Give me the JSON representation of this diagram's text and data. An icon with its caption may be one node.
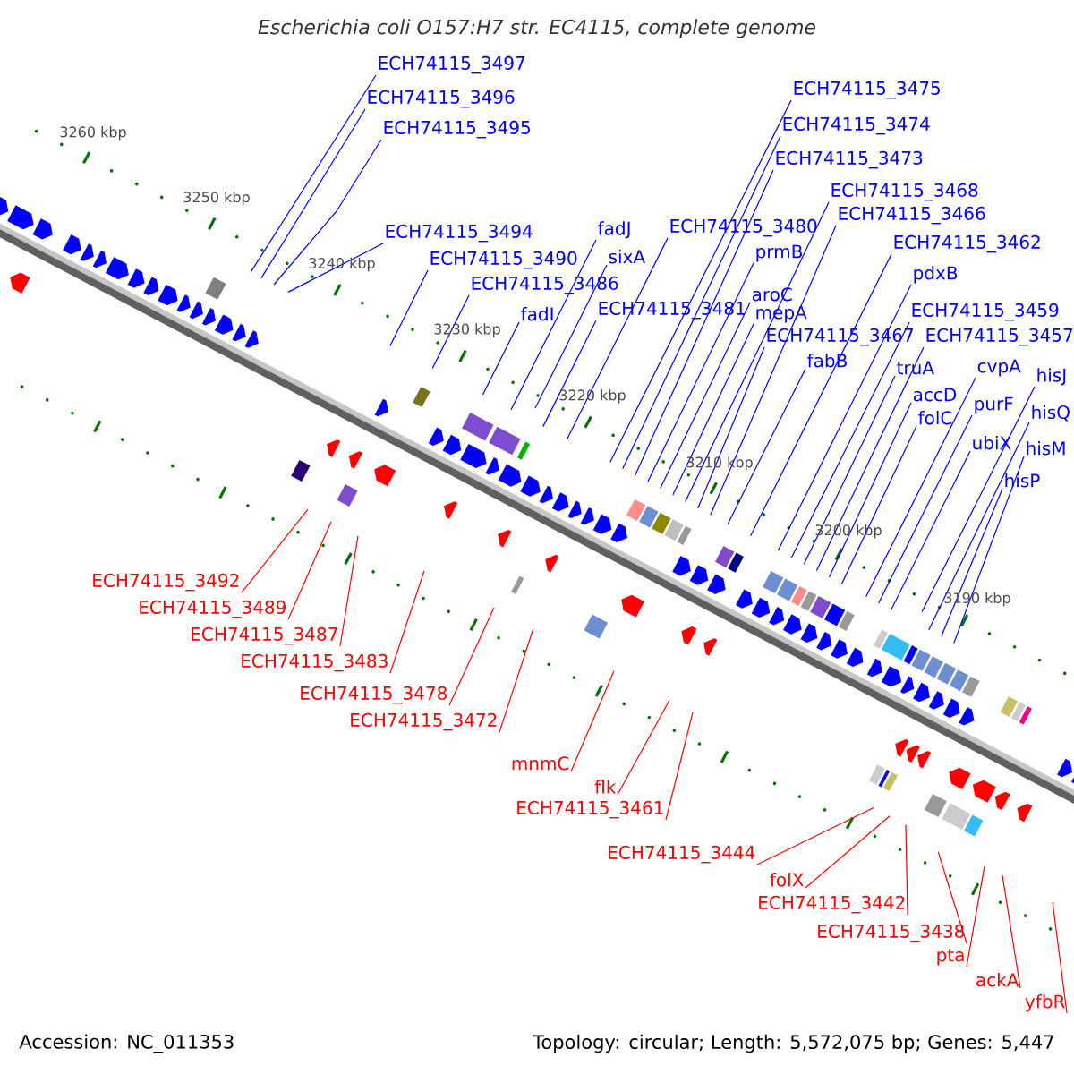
{
  "diagram": {
    "title": "Escherichia coli O157:H7 str. EC4115, complete genome",
    "nodes": [
      {
        "text": [
          "ECH74115_3497"
        ]
      },
      {
        "text": [
          "ECH74115_3496"
        ]
      },
      {
        "text": [
          "ECH74115_3495"
        ]
      },
      {
        "text": [
          "ECH74115_3494"
        ]
      },
      {
        "text": [
          "ECH74115_3490"
        ]
      },
      {
        "text": [
          "ECH74115_3486"
        ]
      },
      {
        "text": [
          "fadI"
        ]
      },
      {
        "text": [
          "fadJ"
        ]
      },
      {
        "text": [
          "sixA"
        ]
      },
      {
        "text": [
          "ECH74115_3481"
        ]
      },
      {
        "text": [
          "ECH74115_3480"
        ]
      },
      {
        "text": [
          "ECH74115_3475"
        ]
      },
      {
        "text": [
          "ECH74115_3474"
        ]
      },
      {
        "text": [
          "ECH74115_3473"
        ]
      },
      {
        "text": [
          "prmB"
        ]
      },
      {
        "text": [
          "aroC"
        ]
      },
      {
        "text": [
          "ECH74115_3468"
        ]
      },
      {
        "text": [
          "ECH74115_3466"
        ]
      },
      {
        "text": [
          "mepA"
        ]
      },
      {
        "text": [
          "ECH74115_3462"
        ]
      },
      {
        "text": [
          "pdxB"
        ]
      },
      {
        "text": [
          "ECH74115_3467"
        ]
      },
      {
        "text": [
          "fabB"
        ]
      },
      {
        "text": [
          "ECH74115_3459"
        ]
      },
      {
        "text": [
          "ECH74115_3457"
        ]
      },
      {
        "text": [
          "truA"
        ]
      },
      {
        "text": [
          "accD"
        ]
      },
      {
        "text": [
          "folC"
        ]
      },
      {
        "text": [
          "cvpA"
        ]
      },
      {
        "text": [
          "purF"
        ]
      },
      {
        "text": [
          "ubiX"
        ]
      },
      {
        "text": [
          "hisJ"
        ]
      },
      {
        "text": [
          "hisQ"
        ]
      },
      {
        "text": [
          "hisM"
        ]
      },
      {
        "text": [
          "hisP"
        ]
      },
      {
        "text": [
          "ECH74115_3492"
        ]
      },
      {
        "text": [
          "ECH74115_3489"
        ]
      },
      {
        "text": [
          "ECH74115_3487"
        ]
      },
      {
        "text": [
          "ECH74115_3483"
        ]
      },
      {
        "text": [
          "ECH74115_3478"
        ]
      },
      {
        "text": [
          "ECH74115_3472"
        ]
      },
      {
        "text": [
          "mnmC"
        ]
      },
      {
        "text": [
          "flk"
        ]
      },
      {
        "text": [
          "ECH74115_3461"
        ]
      },
      {
        "text": [
          "ECH74115_3444"
        ]
      },
      {
        "text": [
          "folX"
        ]
      },
      {
        "text": [
          "ECH74115_3442"
        ]
      },
      {
        "text": [
          "ECH74115_3438"
        ]
      },
      {
        "text": [
          "pta"
        ]
      },
      {
        "text": [
          "ackA"
        ]
      },
      {
        "text": [
          "yfbR"
        ]
      }
    ],
    "edges": [
      {
        "from": 0,
        "to": null,
        "arrow": "none"
      },
      {
        "from": 1,
        "to": null,
        "arrow": "none"
      },
      {
        "from": 2,
        "to": null,
        "arrow": "none"
      },
      {
        "from": 3,
        "to": null,
        "arrow": "none"
      },
      {
        "from": 4,
        "to": null,
        "arrow": "none"
      },
      {
        "from": 5,
        "to": null,
        "arrow": "none"
      },
      {
        "from": 6,
        "to": null,
        "arrow": "none"
      },
      {
        "from": 7,
        "to": null,
        "arrow": "none"
      },
      {
        "from": 8,
        "to": null,
        "arrow": "none"
      },
      {
        "from": 9,
        "to": null,
        "arrow": "none"
      },
      {
        "from": 10,
        "to": null,
        "arrow": "none"
      },
      {
        "from": 11,
        "to": null,
        "arrow": "none"
      },
      {
        "from": 12,
        "to": null,
        "arrow": "none"
      },
      {
        "from": 13,
        "to": null,
        "arrow": "none"
      },
      {
        "from": 14,
        "to": null,
        "arrow": "none"
      },
      {
        "from": 15,
        "to": null,
        "arrow": "none"
      },
      {
        "from": 16,
        "to": null,
        "arrow": "none"
      },
      {
        "from": 17,
        "to": null,
        "arrow": "none"
      },
      {
        "from": 18,
        "to": null,
        "arrow": "none"
      },
      {
        "from": 19,
        "to": null,
        "arrow": "none"
      },
      {
        "from": 20,
        "to": null,
        "arrow": "none"
      },
      {
        "from": 21,
        "to": null,
        "arrow": "none"
      },
      {
        "from": 22,
        "to": null,
        "arrow": "none"
      },
      {
        "from": 23,
        "to": null,
        "arrow": "none"
      },
      {
        "from": 24,
        "to": null,
        "arrow": "none"
      },
      {
        "from": 25,
        "to": null,
        "arrow": "none"
      },
      {
        "from": 26,
        "to": null,
        "arrow": "none"
      },
      {
        "from": 27,
        "to": null,
        "arrow": "none"
      },
      {
        "from": 28,
        "to": null,
        "arrow": "none"
      },
      {
        "from": 29,
        "to": null,
        "arrow": "none"
      },
      {
        "from": 30,
        "to": null,
        "arrow": "none"
      },
      {
        "from": 31,
        "to": null,
        "arrow": "none"
      },
      {
        "from": 32,
        "to": null,
        "arrow": "none"
      },
      {
        "from": 33,
        "to": null,
        "arrow": "none"
      },
      {
        "from": 34,
        "to": null,
        "arrow": "none"
      },
      {
        "from": 35,
        "to": null,
        "arrow": "none",
        "color": "#ff0000"
      },
      {
        "from": 36,
        "to": null,
        "arrow": "none",
        "color": "#ff0000"
      },
      {
        "from": 37,
        "to": null,
        "arrow": "none",
        "color": "#ff0000"
      },
      {
        "from": 38,
        "to": null,
        "arrow": "none",
        "color": "#ff0000"
      },
      {
        "from": 39,
        "to": null,
        "arrow": "none",
        "color": "#ff0000"
      },
      {
        "from": 40,
        "to": null,
        "arrow": "none",
        "color": "#ff0000"
      },
      {
        "from": 41,
        "to": null,
        "arrow": "none",
        "color": "#ff0000"
      },
      {
        "from": 42,
        "to": null,
        "arrow": "none",
        "color": "#ff0000"
      },
      {
        "from": 43,
        "to": null,
        "arrow": "none",
        "color": "#ff0000"
      },
      {
        "from": 44,
        "to": null,
        "arrow": "none",
        "color": "#ff0000"
      },
      {
        "from": 45,
        "to": null,
        "arrow": "none",
        "color": "#ff0000"
      },
      {
        "from": 46,
        "to": null,
        "arrow": "none",
        "color": "#ff0000"
      },
      {
        "from": 47,
        "to": null,
        "arrow": "none",
        "color": "#ff0000"
      },
      {
        "from": 48,
        "to": null,
        "arrow": "none",
        "color": "#ff0000"
      },
      {
        "from": 49,
        "to": null,
        "arrow": "none",
        "color": "#ff0000"
      },
      {
        "from": 50,
        "to": null,
        "arrow": "none",
        "color": "#ff0000"
      }
    ],
    "labels": [
      "3260 kbp",
      "3250 kbp",
      "3240 kbp",
      "3230 kbp",
      "3220 kbp",
      "3210 kbp",
      "3200 kbp",
      "3190 kbp",
      "Accession: NC_011353",
      "Topology: circular; Length: 5,572,075 bp; Genes: 5,447"
    ]
  }
}
